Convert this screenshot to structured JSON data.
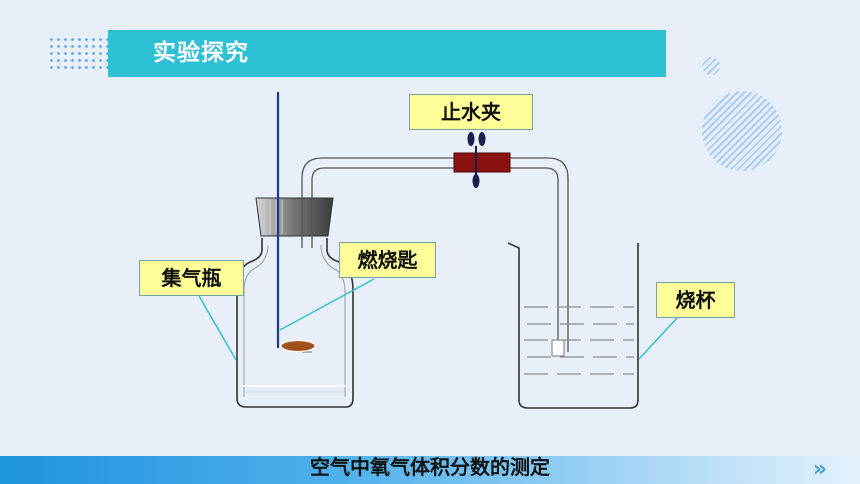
{
  "slide": {
    "title": "实验探究",
    "footer_caption": "空气中氧气体积分数的测定",
    "next_symbol": "»"
  },
  "labels": {
    "clamp": "止水夹",
    "spoon": "燃烧匙",
    "gas_bottle": "集气瓶",
    "beaker": "烧杯"
  },
  "colors": {
    "title_bar": "#2ec0d4",
    "label_fill": "#ffff99",
    "clamp_rubber": "#8b1010",
    "iron_rod": "#1c3a8a",
    "phosphorus": "#a0521b",
    "leader_line": "#2ec0d4"
  }
}
